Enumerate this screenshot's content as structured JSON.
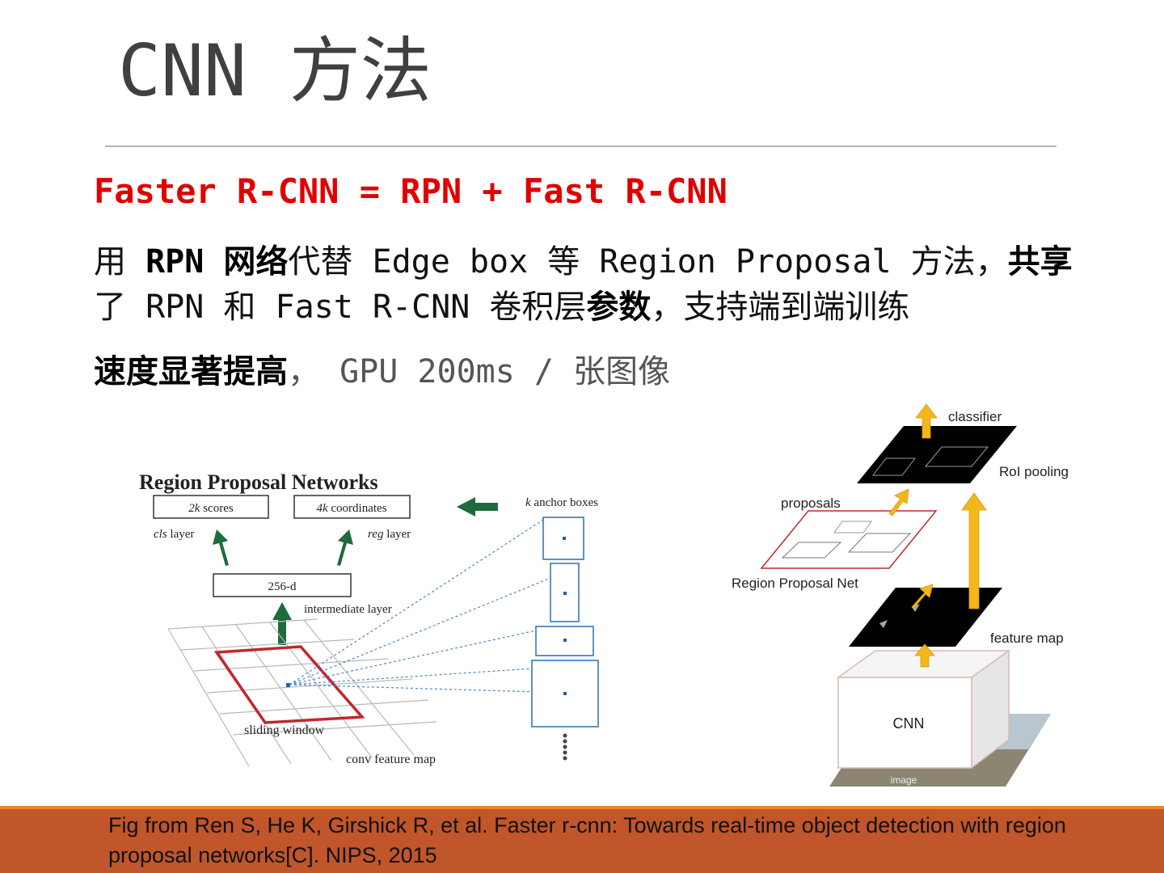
{
  "slide": {
    "title": "CNN 方法",
    "formula": "Faster R-CNN = RPN + Fast R-CNN",
    "line1": {
      "p1": "用 ",
      "p2": "RPN 网络",
      "p3": "代替 Edge box 等 Region Proposal  方法，",
      "p4": "共享",
      "p5": "了 RPN 和 Fast R-CNN 卷积层",
      "p6": "参数",
      "p7": "，支持端到端训练"
    },
    "line2": {
      "p1": "速度显著提高",
      "p2": "， GPU 200ms / 张图像"
    }
  },
  "left_figure": {
    "title": "Region Proposal Networks",
    "scores_k": "2k",
    "scores_text": " scores",
    "coords_k": "4k",
    "coords_text": " coordinates",
    "cls_layer_1": "cls",
    "cls_layer_2": " layer",
    "reg_layer_1": "reg",
    "reg_layer_2": " layer",
    "dim": "256-d",
    "intermediate": "intermediate layer",
    "anchors_k": "k",
    "anchors_text": " anchor boxes",
    "sliding": "sliding window",
    "conv_map": "conv feature map"
  },
  "right_figure": {
    "classifier": "classifier",
    "roi_pooling": "RoI pooling",
    "proposals": "proposals",
    "rpn": "Region Proposal Net",
    "feature_map": "feature map",
    "cnn": "CNN",
    "image": "image"
  },
  "footer": {
    "citation": "Fig from Ren S, He K, Girshick R, et al. Faster r-cnn: Towards real-time object detection with region proposal networks[C]. NIPS, 2015"
  },
  "colors": {
    "accent_red": "#e00000",
    "footer_bg": "#c0562a",
    "footer_border": "#e8862a",
    "arrow_green": "#1f6b3d",
    "arrow_yellow": "#f2b71b",
    "window_red": "#c0282d"
  }
}
